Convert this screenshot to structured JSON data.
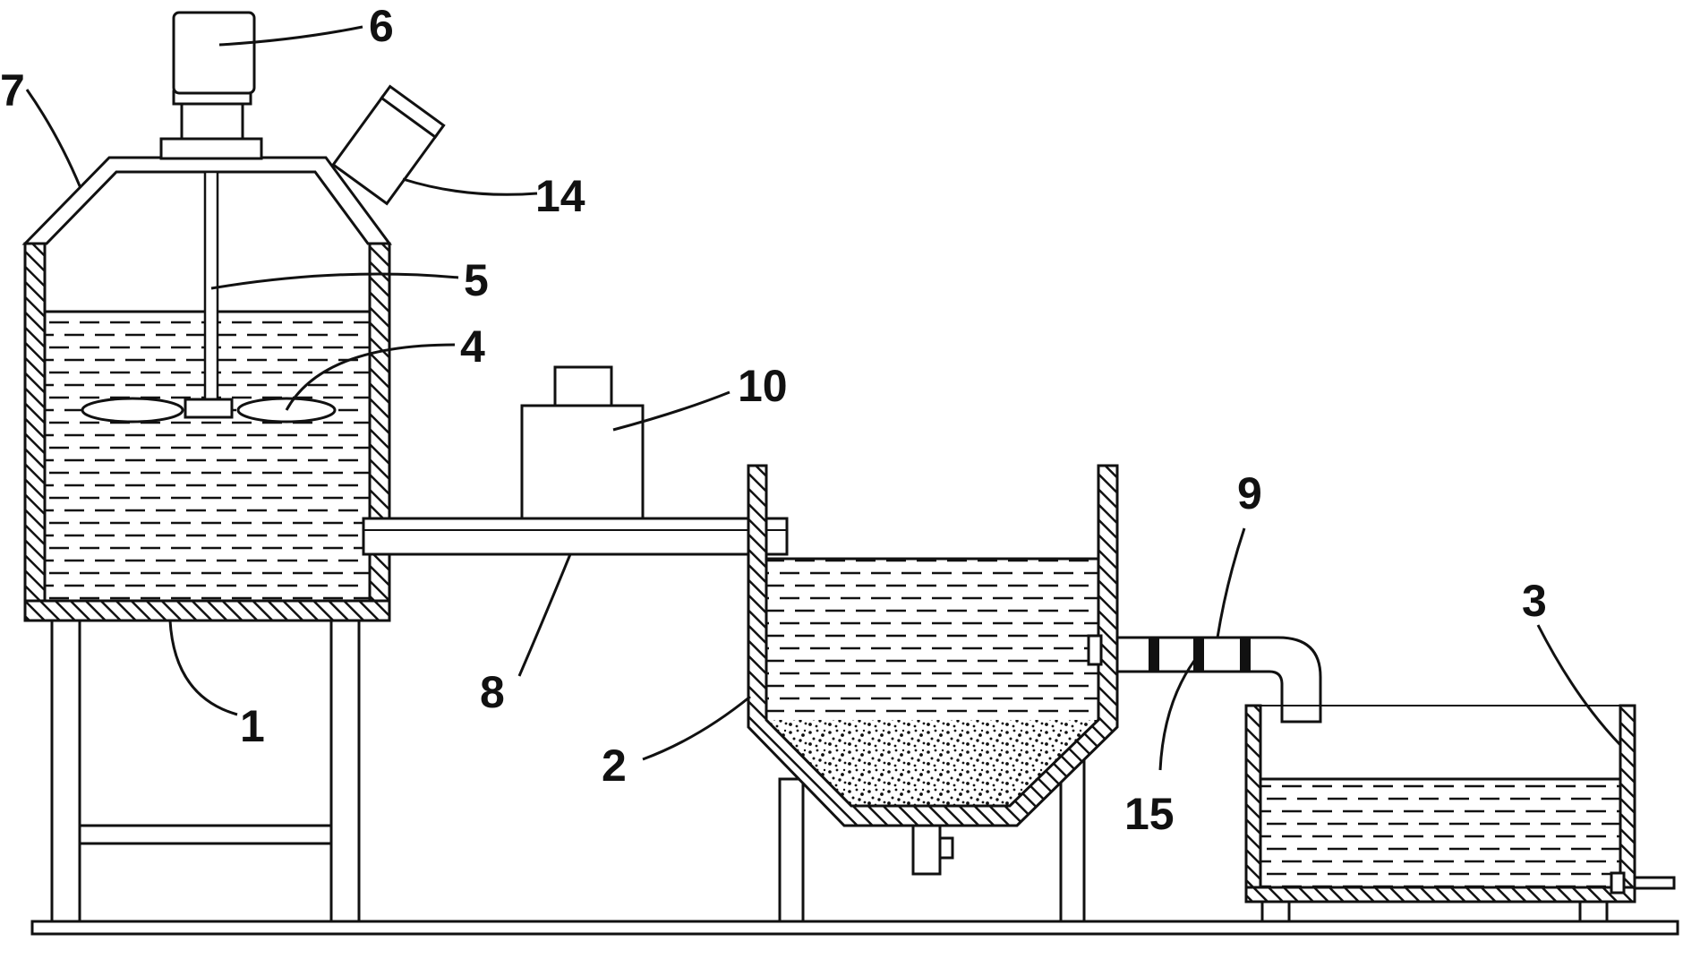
{
  "diagram": {
    "colors": {
      "line": "#111111",
      "background": "#ffffff"
    },
    "labels": {
      "l1": "1",
      "l2": "2",
      "l3": "3",
      "l4": "4",
      "l5": "5",
      "l6": "6",
      "l7": "7",
      "l8": "8",
      "l9": "9",
      "l10": "10",
      "l14": "14",
      "l15": "15"
    }
  }
}
